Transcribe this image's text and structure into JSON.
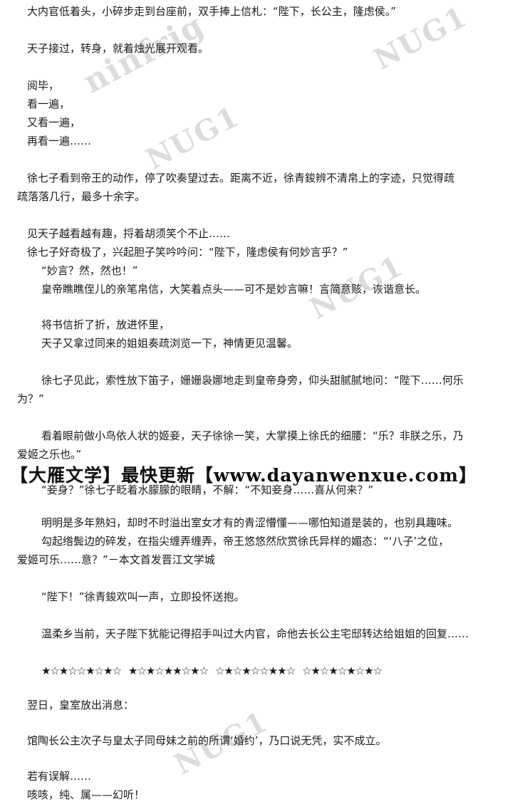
{
  "paragraphs": [
    "大内官低着头，小碎步走到台座前，双手捧上信札：“陛下，长公主，隆虑侯。”",
    "天子接过，转身，就着烛光展开观看。",
    "阅毕，",
    "看一遍，",
    "又看一遍，",
    "再看一遍……",
    "徐七子看到帝王的动作，停了吹奏望过去。距离不近，徐青鋑辨不清帛上的字迹，只觉得疏",
    "疏落落几行，最多十余字。",
    "见天子越看越有趣，捋着胡须笑个不止……",
    "徐七子好奇极了，兴起胆子笑吟吟问：“陛下，隆虑侯有何妙言乎？”",
    "“妙言？然，然也！”",
    "皇帝瞧瞧侄儿的亲笔帛信，大笑着点头——可不是妙言嘛！言简意赅，诙谐意长。",
    "将书信折了折，放进怀里，",
    "天子又拿过同来的姐姐奏疏浏览一下，神情更见温馨。",
    "徐七子见此，索性放下笛子，姗姗袅娜地走到皇帝身旁，仰头甜腻腻地问：“陛下……何乐",
    "为？”",
    "看着眼前做小鸟依人状的姬妾，天子徐徐一笑，大掌摸上徐氏的细腰：“乐？非朕之乐，乃",
    "爱姬之乐也。”",
    "“妾身？”徐七子眨着水朦朦的眼睛，不解：“不知妾身……喜从何来？”",
    "明明是多年熟妇，却时不时溢出室女才有的青涩懵懂——哪怕知道是装的，也别具趣味。",
    "勾起绺鬓边的碎发，在指尖缠弄缠弄，帝王悠悠然欣赏徐氏异样的媚态：“‘八子’之位，",
    "爱姬可乐……意？”－本文首发晋江文学城",
    "“陛下！”徐青鋑欢叫一声，立即投怀送抱。",
    "温柔乡当前，天子陛下犹能记得招手叫过大内官，命他去长公主宅邸转达给姐姐的回复……",
    "翌日，皇室放出消息：",
    "馆陶长公主次子与皇太子同母妹之前的所谓‘婚约’，乃口说无凭，实不成立。",
    "若有误解……",
    "咳咳，纯、属——幻听！"
  ],
  "banner": "【大雁文学】最快更新【www.dayanwenxue.com】",
  "divider": [
    "★☆★☆☆★☆★☆",
    "★☆★☆★★☆★☆",
    "☆★☆★☆☆★★☆",
    "☆★☆★☆★☆★☆"
  ],
  "watermarks": [
    "ninfrig",
    "NUG1",
    "NUG1",
    "NUG1",
    "NUG1"
  ]
}
